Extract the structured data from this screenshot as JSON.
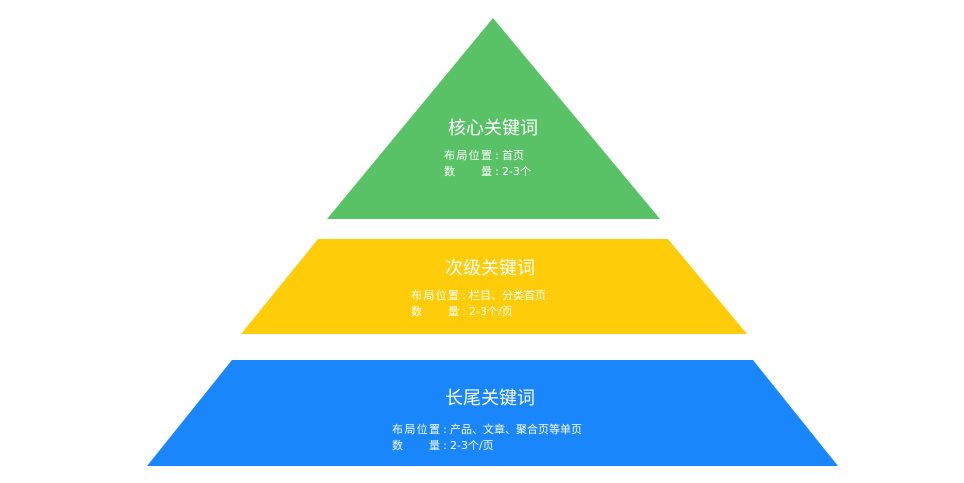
{
  "diagram": {
    "tiers": [
      {
        "title": "核心关键词",
        "color": "#5ac266",
        "placement_label": "布局位置",
        "placement_value": "首页",
        "quantity_label": "数　量",
        "quantity_value": "2-3个"
      },
      {
        "title": "次级关键词",
        "color": "#ffcc0a",
        "placement_label": "布局位置",
        "placement_value": "栏目、分类首页",
        "quantity_label": "数　量",
        "quantity_value": "2-3个/页"
      },
      {
        "title": "长尾关键词",
        "color": "#1a86fb",
        "placement_label": "布局位置",
        "placement_value": "产品、文章、聚合页等单页",
        "quantity_label": "数　量",
        "quantity_value": "2-3个/页"
      }
    ],
    "separator": ":"
  }
}
